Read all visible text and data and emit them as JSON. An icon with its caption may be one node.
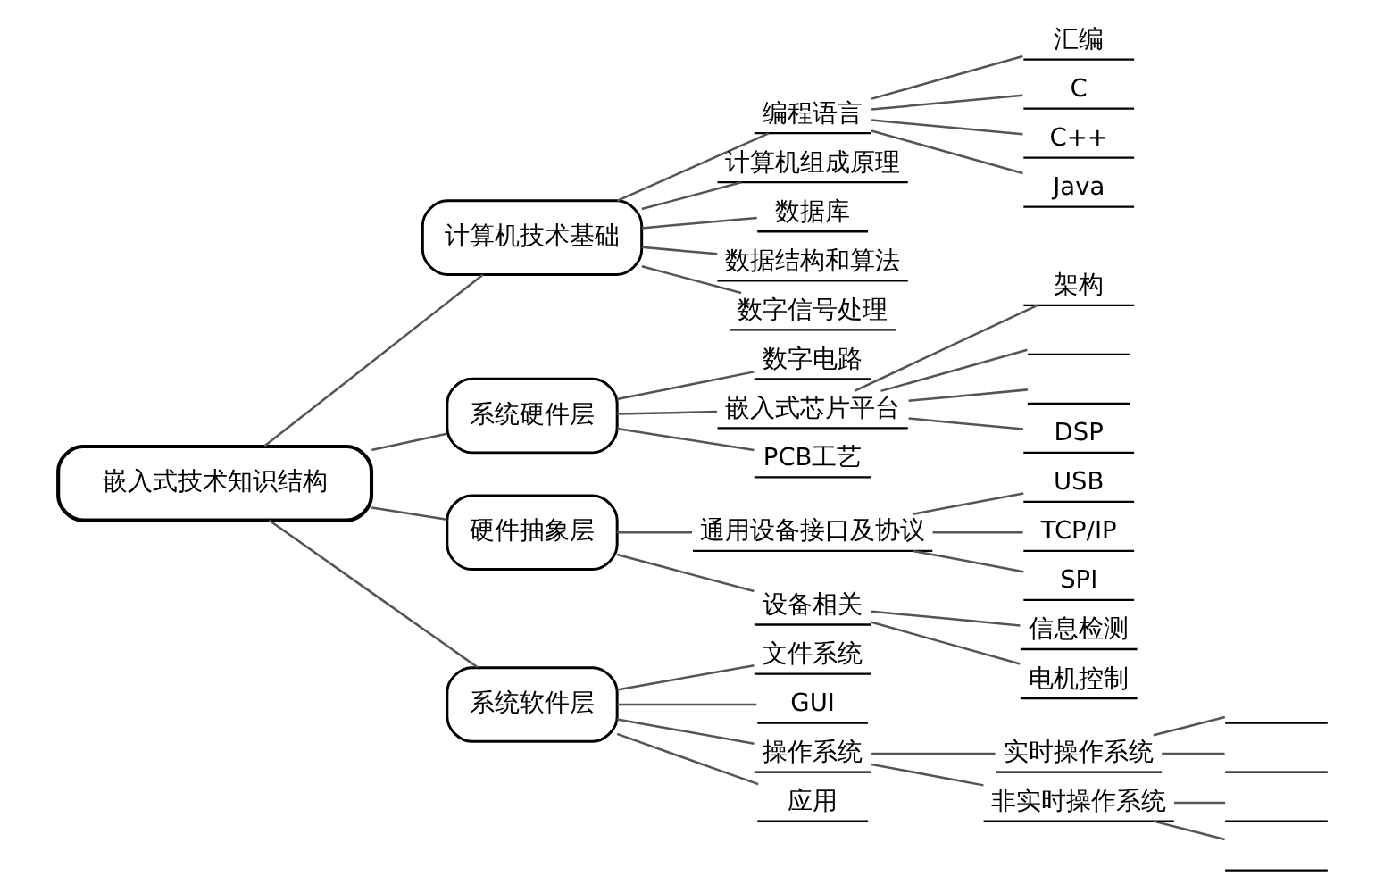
{
  "diagram": {
    "nodes": [
      {
        "text": [
          "嵌入式技术知识结构"
        ]
      },
      {
        "text": [
          "计算机技术基础"
        ]
      },
      {
        "text": [
          "编程语言"
        ]
      },
      {
        "text": [
          "汇编"
        ]
      },
      {
        "text": [
          "C"
        ]
      },
      {
        "text": [
          "C++"
        ]
      },
      {
        "text": [
          "Java"
        ]
      },
      {
        "text": [
          "计算机组成原理"
        ]
      },
      {
        "text": [
          "数据库"
        ]
      },
      {
        "text": [
          "数据结构和算法"
        ]
      },
      {
        "text": [
          "数字信号处理"
        ]
      },
      {
        "text": [
          "系统硬件层"
        ]
      },
      {
        "text": [
          "数字电路"
        ]
      },
      {
        "text": [
          "嵌入式芯片平台"
        ]
      },
      {
        "text": [
          "架构"
        ]
      },
      {
        "text": [],
        "shape": "line"
      },
      {
        "text": [],
        "shape": "line"
      },
      {
        "text": [
          "DSP"
        ]
      },
      {
        "text": [
          "PCB工艺"
        ]
      },
      {
        "text": [
          "硬件抽象层"
        ]
      },
      {
        "text": [
          "通用设备接口及协议"
        ]
      },
      {
        "text": [
          "USB"
        ]
      },
      {
        "text": [
          "TCP/IP"
        ]
      },
      {
        "text": [
          "SPI"
        ]
      },
      {
        "text": [
          "设备相关"
        ]
      },
      {
        "text": [
          "信息检测"
        ]
      },
      {
        "text": [
          "电机控制"
        ]
      },
      {
        "text": [
          "系统软件层"
        ]
      },
      {
        "text": [
          "文件系统"
        ]
      },
      {
        "text": [
          "GUI"
        ]
      },
      {
        "text": [
          "操作系统"
        ]
      },
      {
        "text": [
          "实时操作系统"
        ]
      },
      {
        "text": [],
        "shape": "line"
      },
      {
        "text": [],
        "shape": "line"
      },
      {
        "text": [
          "非实时操作系统"
        ]
      },
      {
        "text": [],
        "shape": "line"
      },
      {
        "text": [],
        "shape": "line"
      },
      {
        "text": [
          "应用"
        ]
      }
    ],
    "edges": [
      {
        "from": 0,
        "to": 1,
        "arrow": "none"
      },
      {
        "from": 1,
        "to": 2,
        "arrow": "none"
      },
      {
        "from": 2,
        "to": 3,
        "arrow": "none"
      },
      {
        "from": 2,
        "to": 4,
        "arrow": "none"
      },
      {
        "from": 2,
        "to": 5,
        "arrow": "none"
      },
      {
        "from": 2,
        "to": 6,
        "arrow": "none"
      },
      {
        "from": 1,
        "to": 7,
        "arrow": "none"
      },
      {
        "from": 1,
        "to": 8,
        "arrow": "none"
      },
      {
        "from": 1,
        "to": 9,
        "arrow": "none"
      },
      {
        "from": 1,
        "to": 10,
        "arrow": "none"
      },
      {
        "from": 0,
        "to": 11,
        "arrow": "none"
      },
      {
        "from": 11,
        "to": 12,
        "arrow": "none"
      },
      {
        "from": 11,
        "to": 13,
        "arrow": "none"
      },
      {
        "from": 13,
        "to": 14,
        "arrow": "none"
      },
      {
        "from": 13,
        "to": 15,
        "arrow": "none"
      },
      {
        "from": 13,
        "to": 16,
        "arrow": "none"
      },
      {
        "from": 13,
        "to": 17,
        "arrow": "none"
      },
      {
        "from": 11,
        "to": 18,
        "arrow": "none"
      },
      {
        "from": 0,
        "to": 19,
        "arrow": "none"
      },
      {
        "from": 19,
        "to": 20,
        "arrow": "none"
      },
      {
        "from": 20,
        "to": 21,
        "arrow": "none"
      },
      {
        "from": 20,
        "to": 22,
        "arrow": "none"
      },
      {
        "from": 20,
        "to": 23,
        "arrow": "none"
      },
      {
        "from": 19,
        "to": 24,
        "arrow": "none"
      },
      {
        "from": 24,
        "to": 25,
        "arrow": "none"
      },
      {
        "from": 24,
        "to": 26,
        "arrow": "none"
      },
      {
        "from": 0,
        "to": 27,
        "arrow": "none"
      },
      {
        "from": 27,
        "to": 28,
        "arrow": "none"
      },
      {
        "from": 27,
        "to": 29,
        "arrow": "none"
      },
      {
        "from": 27,
        "to": 30,
        "arrow": "none"
      },
      {
        "from": 30,
        "to": 31,
        "arrow": "none"
      },
      {
        "from": 31,
        "to": 32,
        "arrow": "none"
      },
      {
        "from": 31,
        "to": 33,
        "arrow": "none"
      },
      {
        "from": 30,
        "to": 34,
        "arrow": "none"
      },
      {
        "from": 34,
        "to": 35,
        "arrow": "none"
      },
      {
        "from": 34,
        "to": 36,
        "arrow": "none"
      },
      {
        "from": 27,
        "to": 37,
        "arrow": "none"
      }
    ]
  }
}
